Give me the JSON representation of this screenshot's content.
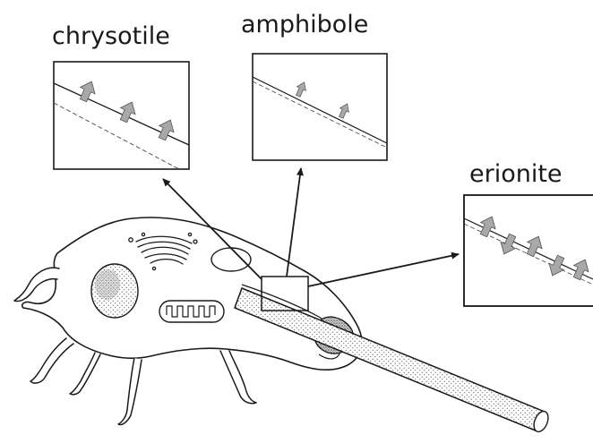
{
  "labels": {
    "chrysotile": "chrysotile",
    "amphibole": "amphibole",
    "erionite": "erionite"
  },
  "colors": {
    "ink": "#1a1a1a",
    "arrow_fill": "#a8a8a8",
    "shade": "#6e6e6e",
    "background": "#ffffff"
  }
}
